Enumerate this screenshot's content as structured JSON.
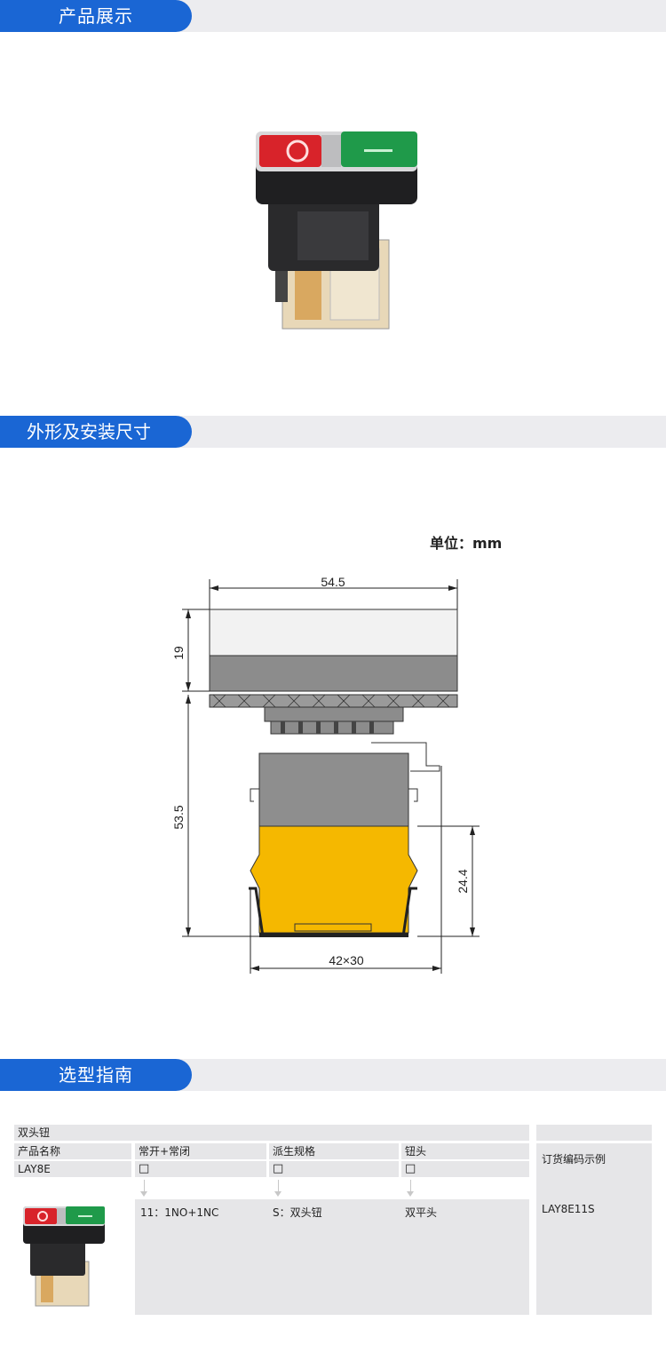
{
  "sections": {
    "product_display": "产品展示",
    "dimensions": "外形及安装尺寸",
    "selection_guide": "选型指南"
  },
  "drawing": {
    "unit_label": "单位：mm",
    "dim_top_width": "54.5",
    "dim_head_height": "19",
    "dim_body_height": "53.5",
    "dim_block_height": "24.4",
    "dim_base": "42×30"
  },
  "table": {
    "title": "双头钮",
    "headers": {
      "name": "产品名称",
      "contacts": "常开+常闭",
      "variant": "派生规格",
      "button": "钮头",
      "order": "订货编码示例"
    },
    "row": {
      "name": "LAY8E",
      "contacts_box": "□",
      "variant_box": "□",
      "button_box": "□"
    },
    "values": {
      "contacts": "11：1NO+1NC",
      "variant": "S：双头钮",
      "button": "双平头",
      "order": "LAY8E11S"
    }
  },
  "colors": {
    "accent_blue": "#1a66d4",
    "bar_gray": "#ececef",
    "switch_yellow": "#f5b800",
    "button_red": "#d8232a",
    "button_green": "#1f9a4a"
  }
}
